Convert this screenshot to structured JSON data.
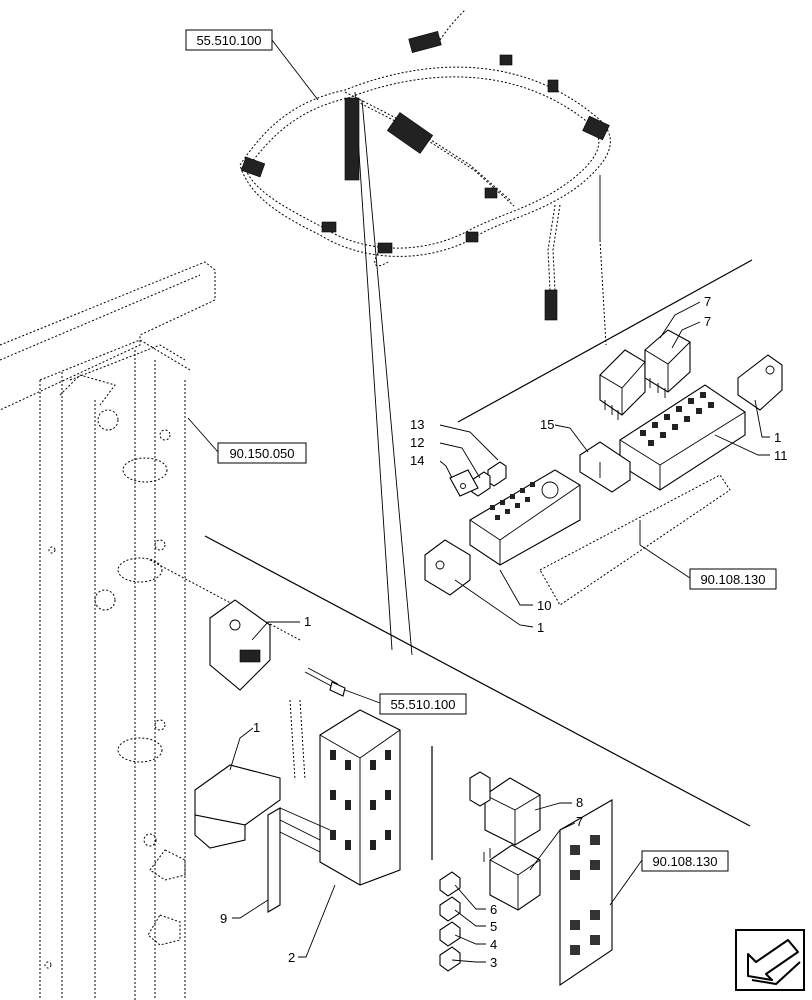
{
  "references": {
    "harness_top": "55.510.100",
    "frame": "90.150.050",
    "fuse_box_upper": "90.108.130",
    "bolt": "55.510.100",
    "fuse_decal": "90.108.130"
  },
  "callouts": {
    "c1_bracket_right": "1",
    "c1_bracket_front": "1",
    "c1_mount_upper": "1",
    "c1_mount_lower": "1",
    "c2": "2",
    "c3": "3",
    "c4": "4",
    "c5": "5",
    "c6": "6",
    "c7_upper_a": "7",
    "c7_upper_b": "7",
    "c7_lower": "7",
    "c8": "8",
    "c9": "9",
    "c10": "10",
    "c11": "11",
    "c12": "12",
    "c13": "13",
    "c14": "14",
    "c15": "15"
  },
  "icons": {
    "nav": "arrow-left-down-icon"
  }
}
